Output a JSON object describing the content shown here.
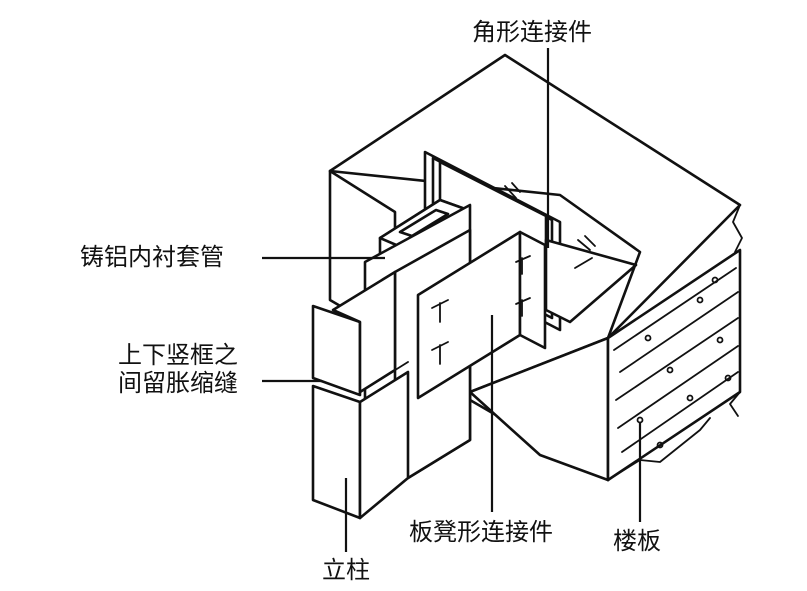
{
  "labels": {
    "angle_connector": "角形连接件",
    "cast_aluminum_sleeve": "铸铝内衬套管",
    "expansion_joint_line1": "上下竖框之",
    "expansion_joint_line2": "间留胀缩缝",
    "mullion": "立柱",
    "bench_connector": "板凳形连接件",
    "floor_slab": "楼板"
  }
}
